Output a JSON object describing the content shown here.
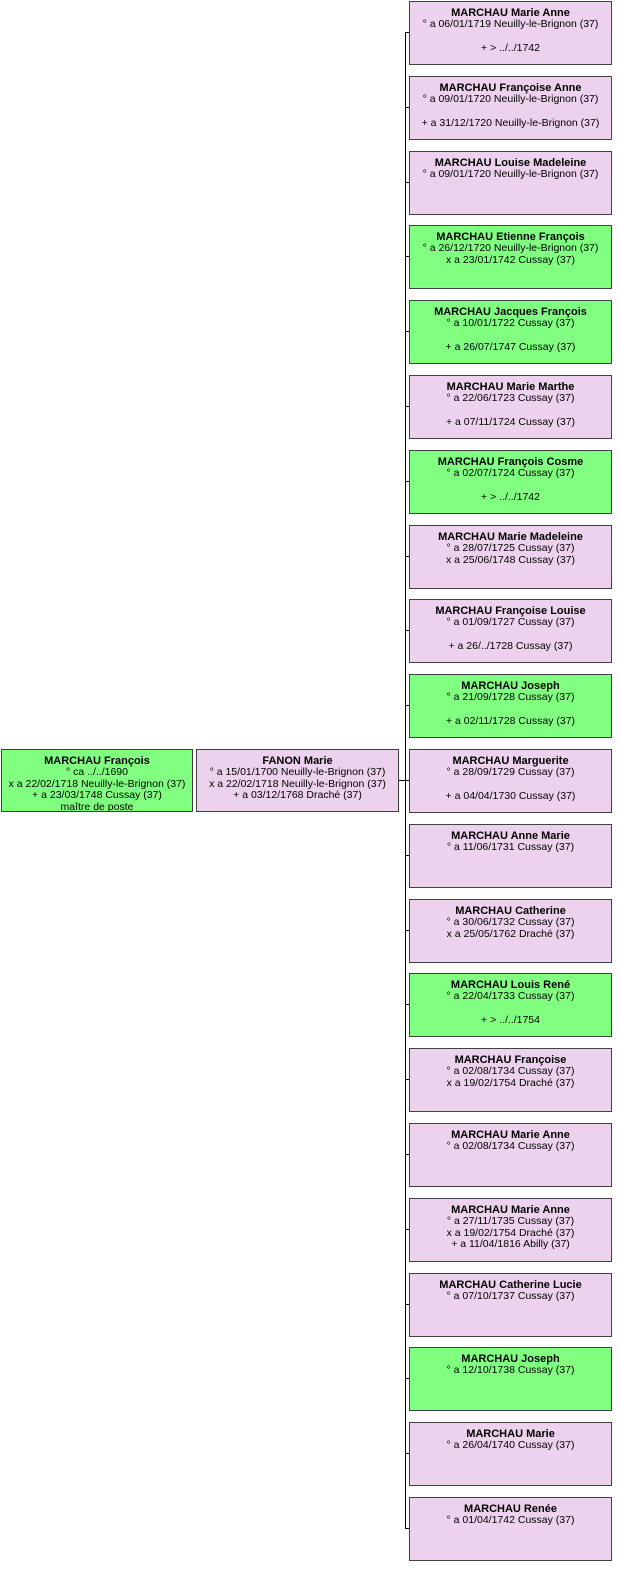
{
  "colors": {
    "male": "#80ff80",
    "female": "#ecd2ec",
    "line": "#000000"
  },
  "father": {
    "gender": "male",
    "name": "MARCHAU François",
    "lines": [
      "° ca ../../1690",
      "x a 22/02/1718 Neuilly-le-Brignon (37)",
      "+ a 23/03/1748 Cussay (37)",
      "maître de poste"
    ]
  },
  "mother": {
    "gender": "female",
    "name": "FANON Marie",
    "lines": [
      "° a 15/01/1700 Neuilly-le-Brignon (37)",
      "x a 22/02/1718 Neuilly-le-Brignon (37)",
      "+ a 03/12/1768 Draché (37)"
    ]
  },
  "children": [
    {
      "gender": "female",
      "name": "MARCHAU Marie Anne",
      "lines": [
        "° a 06/01/1719 Neuilly-le-Brignon (37)",
        "",
        "+ > ../../1742"
      ]
    },
    {
      "gender": "female",
      "name": "MARCHAU Françoise Anne",
      "lines": [
        "° a 09/01/1720 Neuilly-le-Brignon (37)",
        "",
        "+ a 31/12/1720 Neuilly-le-Brignon (37)"
      ]
    },
    {
      "gender": "female",
      "name": "MARCHAU Louise Madeleine",
      "lines": [
        "° a 09/01/1720 Neuilly-le-Brignon (37)"
      ]
    },
    {
      "gender": "male",
      "name": "MARCHAU Etienne François",
      "lines": [
        "° a 26/12/1720 Neuilly-le-Brignon (37)",
        "x a 23/01/1742 Cussay (37)"
      ]
    },
    {
      "gender": "male",
      "name": "MARCHAU Jacques François",
      "lines": [
        "° a 10/01/1722 Cussay (37)",
        "",
        "+ a 26/07/1747 Cussay (37)"
      ]
    },
    {
      "gender": "female",
      "name": "MARCHAU Marie Marthe",
      "lines": [
        "° a 22/06/1723 Cussay (37)",
        "",
        "+ a 07/11/1724 Cussay (37)"
      ]
    },
    {
      "gender": "male",
      "name": "MARCHAU François Cosme",
      "lines": [
        "° a 02/07/1724 Cussay (37)",
        "",
        "+ > ../../1742"
      ]
    },
    {
      "gender": "female",
      "name": "MARCHAU Marie Madeleine",
      "lines": [
        "° a 28/07/1725 Cussay (37)",
        "x a 25/06/1748 Cussay (37)"
      ]
    },
    {
      "gender": "female",
      "name": "MARCHAU Françoise Louise",
      "lines": [
        "° a 01/09/1727 Cussay (37)",
        "",
        "+ a 26/../1728 Cussay (37)"
      ]
    },
    {
      "gender": "male",
      "name": "MARCHAU Joseph",
      "lines": [
        "° a 21/09/1728 Cussay (37)",
        "",
        "+ a 02/11/1728 Cussay (37)"
      ]
    },
    {
      "gender": "female",
      "name": "MARCHAU Marguerite",
      "lines": [
        "° a 28/09/1729 Cussay (37)",
        "",
        "+ a 04/04/1730 Cussay (37)"
      ]
    },
    {
      "gender": "female",
      "name": "MARCHAU Anne Marie",
      "lines": [
        "° a 11/06/1731 Cussay (37)"
      ]
    },
    {
      "gender": "female",
      "name": "MARCHAU Catherine",
      "lines": [
        "° a 30/06/1732 Cussay (37)",
        "x a 25/05/1762 Draché (37)"
      ]
    },
    {
      "gender": "male",
      "name": "MARCHAU Louis René",
      "lines": [
        "° a 22/04/1733 Cussay (37)",
        "",
        "+ > ../../1754"
      ]
    },
    {
      "gender": "female",
      "name": "MARCHAU Françoise",
      "lines": [
        "° a 02/08/1734 Cussay (37)",
        "x a 19/02/1754 Draché (37)"
      ]
    },
    {
      "gender": "female",
      "name": "MARCHAU Marie Anne",
      "lines": [
        "° a 02/08/1734 Cussay (37)"
      ]
    },
    {
      "gender": "female",
      "name": "MARCHAU Marie Anne",
      "lines": [
        "° a 27/11/1735 Cussay (37)",
        "x a 19/02/1754 Draché (37)",
        "+ a 11/04/1816 Abilly (37)"
      ]
    },
    {
      "gender": "female",
      "name": "MARCHAU Catherine Lucie",
      "lines": [
        "° a 07/10/1737 Cussay (37)"
      ]
    },
    {
      "gender": "male",
      "name": "MARCHAU Joseph",
      "lines": [
        "° a 12/10/1738 Cussay (37)"
      ]
    },
    {
      "gender": "female",
      "name": "MARCHAU Marie",
      "lines": [
        "° a 26/04/1740 Cussay (37)"
      ]
    },
    {
      "gender": "female",
      "name": "MARCHAU Renée",
      "lines": [
        "° a 01/04/1742 Cussay (37)"
      ]
    }
  ]
}
